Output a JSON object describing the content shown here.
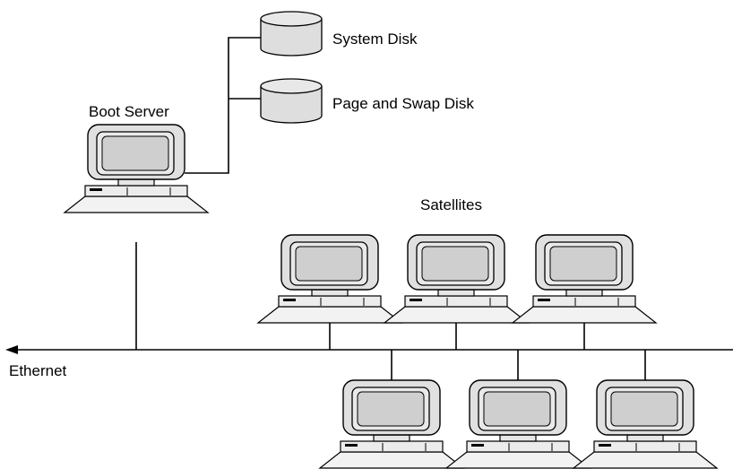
{
  "boot_server": {
    "label": "Boot Server"
  },
  "disks": [
    {
      "label": "System Disk"
    },
    {
      "label": "Page and Swap Disk"
    }
  ],
  "satellites": {
    "label": "Satellites",
    "count": 6
  },
  "network": {
    "label": "Ethernet"
  }
}
